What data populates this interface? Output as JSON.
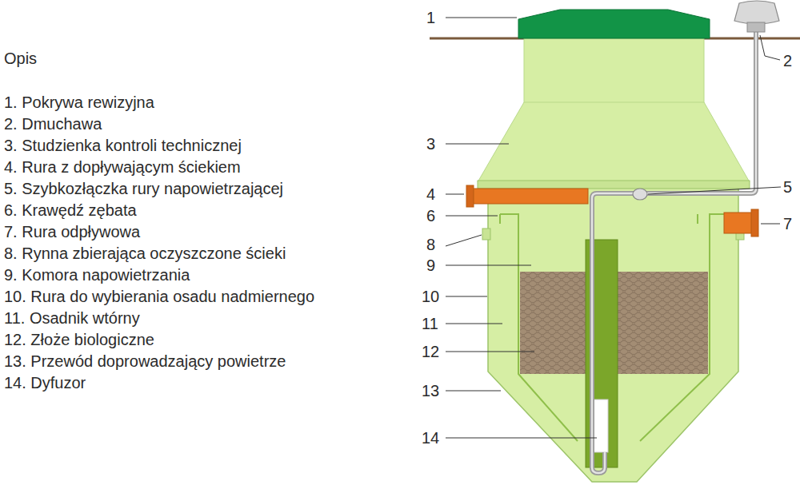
{
  "diagram": {
    "labels": [
      "Opis",
      "1. Pokrywa rewizyjna",
      "2. Dmuchawa",
      "3. Studzienka kontroli technicznej",
      "4. Rura z dopływającym ściekiem",
      "5. Szybkozłączka rury napowietrzającej",
      "6. Krawędź zębata",
      "7. Rura odpływowa",
      "8. Rynna zbierająca oczyszczone ścieki",
      "9. Komora napowietrzania",
      "10. Rura do wybierania osadu nadmiernego",
      "11. Osadnik wtórny",
      "12. Złoże biologiczne",
      "13. Przewód doprowadzający powietrze",
      "14. Dyfuzor",
      "1",
      "2",
      "3",
      "4",
      "5",
      "6",
      "7",
      "8",
      "9",
      "10",
      "11",
      "12",
      "13",
      "14"
    ]
  }
}
